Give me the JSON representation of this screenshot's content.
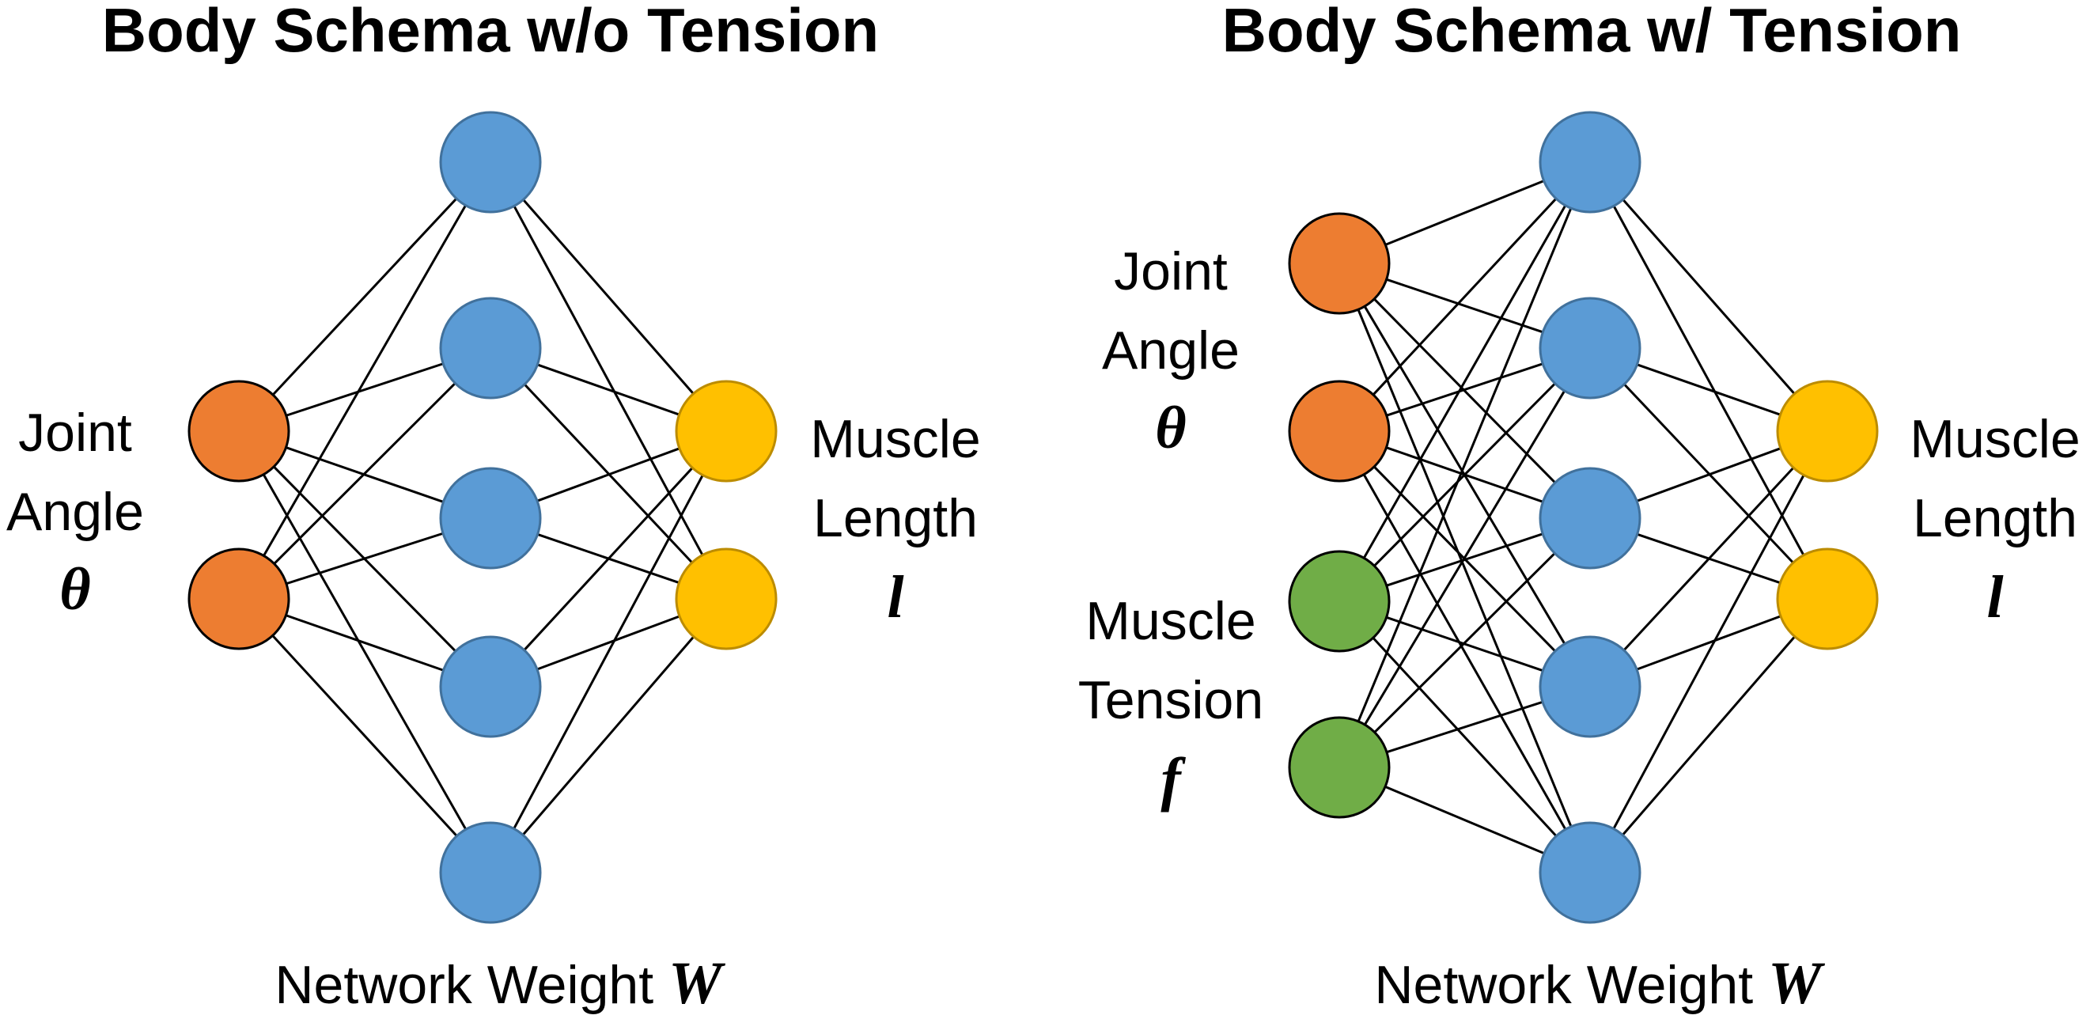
{
  "colors": {
    "joint_angle": "#ED7D31",
    "muscle_tension": "#70AD47",
    "hidden": "#5B9BD5",
    "muscle_length": "#FFC000",
    "joint_angle_stroke": "#000000",
    "muscle_tension_stroke": "#000000",
    "hidden_stroke": "#41719C",
    "muscle_length_stroke": "#BC8C00"
  },
  "panels": [
    {
      "title": "Body Schema w/o Tension",
      "input_groups": [
        {
          "label_lines": [
            "Joint",
            "Angle"
          ],
          "symbol": "θ",
          "node_count": 2,
          "color_key": "joint_angle"
        }
      ],
      "hidden_node_count": 5,
      "output_group": {
        "label_lines": [
          "Muscle",
          "Length"
        ],
        "symbol": "l",
        "node_count": 2,
        "color_key": "muscle_length"
      },
      "footer_text": "Network Weight ",
      "footer_symbol": "W"
    },
    {
      "title": "Body Schema w/ Tension",
      "input_groups": [
        {
          "label_lines": [
            "Joint",
            "Angle"
          ],
          "symbol": "θ",
          "node_count": 2,
          "color_key": "joint_angle"
        },
        {
          "label_lines": [
            "Muscle",
            "Tension"
          ],
          "symbol": "f",
          "node_count": 2,
          "color_key": "muscle_tension"
        }
      ],
      "hidden_node_count": 5,
      "output_group": {
        "label_lines": [
          "Muscle",
          "Length"
        ],
        "symbol": "l",
        "node_count": 2,
        "color_key": "muscle_length"
      },
      "footer_text": "Network Weight ",
      "footer_symbol": "W"
    }
  ]
}
